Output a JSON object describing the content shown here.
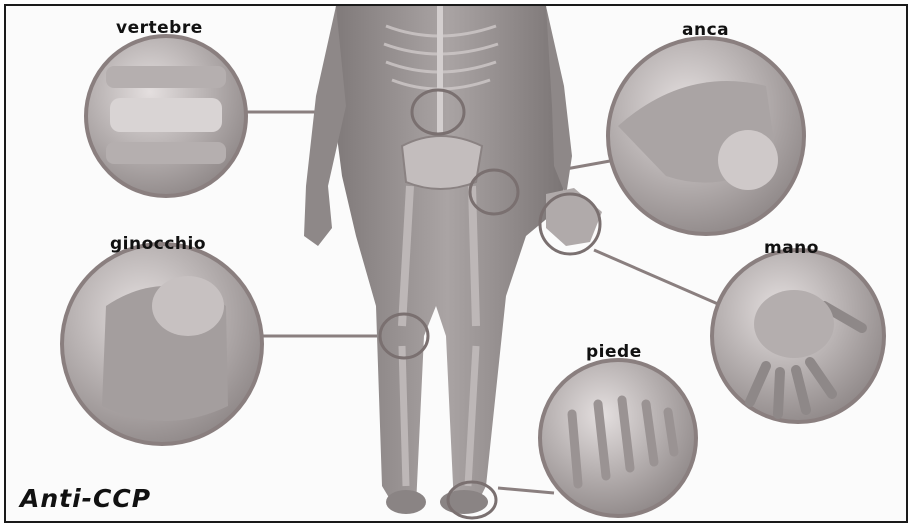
{
  "labels": {
    "vertebre": "vertebre",
    "anca": "anca",
    "ginocchio": "ginocchio",
    "mano": "mano",
    "piede": "piede"
  },
  "caption": "Anti-CCP",
  "colors": {
    "ring": "#8a7f7f",
    "skin": "#9a9595",
    "bone": "#c9c3c3"
  }
}
